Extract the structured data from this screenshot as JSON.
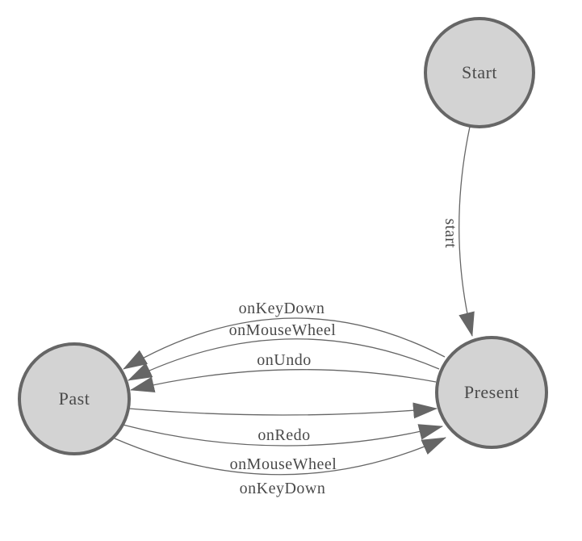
{
  "diagram": {
    "type": "state-machine",
    "colors": {
      "background": "#ffffff",
      "node_fill": "#d3d3d3",
      "node_border": "#666666",
      "edge": "#666666",
      "arrowhead": "#666666",
      "label_text": "#4a4a4a"
    },
    "nodes": [
      {
        "id": "start",
        "label": "Start"
      },
      {
        "id": "past",
        "label": "Past"
      },
      {
        "id": "present",
        "label": "Present"
      }
    ],
    "edges": [
      {
        "from": "Start",
        "to": "Present",
        "label": "start"
      },
      {
        "from": "Present",
        "to": "Past",
        "label": "onKeyDown"
      },
      {
        "from": "Present",
        "to": "Past",
        "label": "onMouseWheel"
      },
      {
        "from": "Present",
        "to": "Past",
        "label": "onUndo"
      },
      {
        "from": "Past",
        "to": "Present",
        "label": "onRedo"
      },
      {
        "from": "Past",
        "to": "Present",
        "label": "onMouseWheel"
      },
      {
        "from": "Past",
        "to": "Present",
        "label": "onKeyDown"
      }
    ]
  }
}
